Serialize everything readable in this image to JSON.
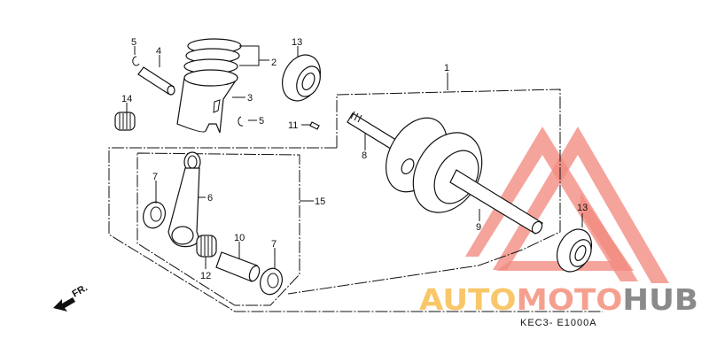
{
  "callouts": {
    "c5a": "5",
    "c4": "4",
    "c2": "2",
    "c3": "3",
    "c5b": "5",
    "c13a": "13",
    "c14": "14",
    "c11": "11",
    "c1": "1",
    "c8": "8",
    "c7a": "7",
    "c6": "6",
    "c15": "15",
    "c10": "10",
    "c7b": "7",
    "c12": "12",
    "c9": "9",
    "c13b": "13"
  },
  "diagram_code": "KEC3- E1000A",
  "front_indicator": "FR.",
  "watermark": {
    "part1": "AUTO",
    "part2": "MOTO",
    "part3": "HUB",
    "colors": {
      "auto": "#f9c76a",
      "moto": "#f5a08f",
      "hub": "#8a8a8a",
      "triangles": "#f28b80"
    }
  }
}
